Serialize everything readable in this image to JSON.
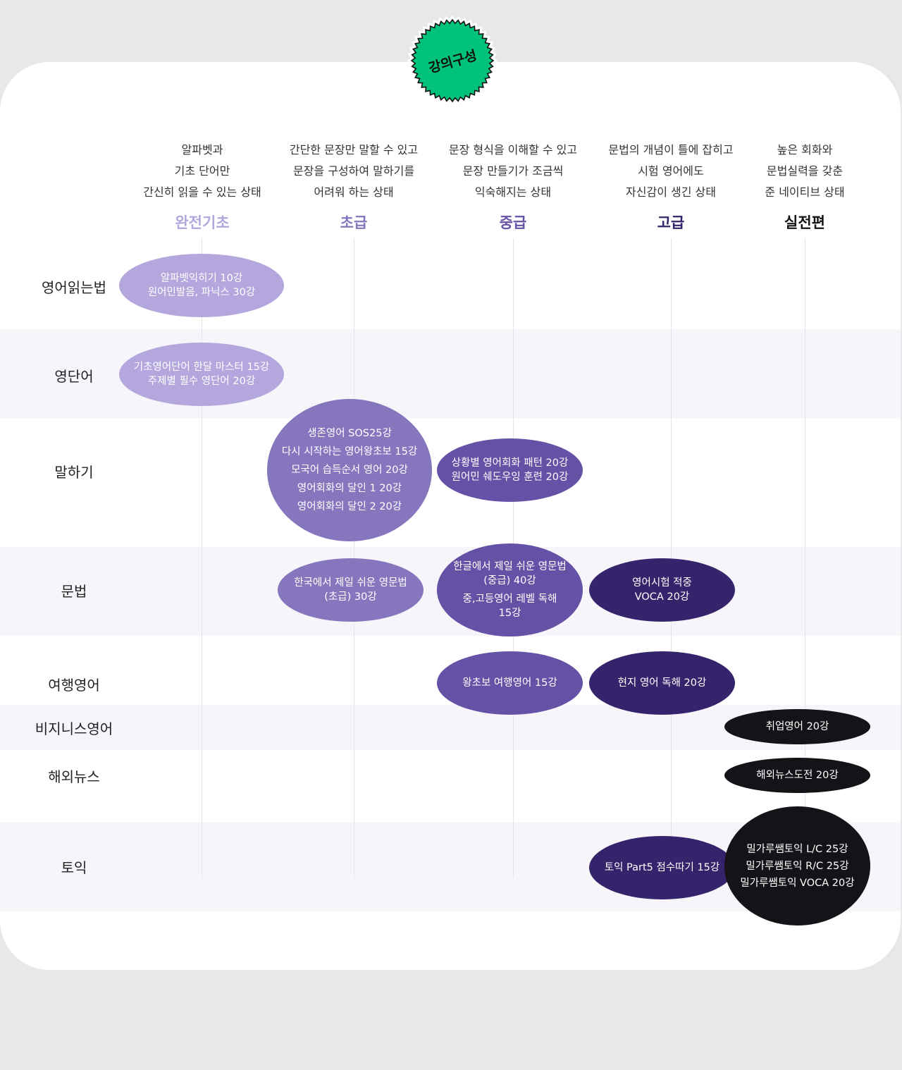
{
  "badge": {
    "label": "강의구성",
    "color": "#00c27a"
  },
  "levels": [
    {
      "name": "완전기초",
      "color": "#b3a7dd",
      "description": [
        "알파벳과",
        "기초 단어만",
        "간신히 읽을 수 있는 상태"
      ]
    },
    {
      "name": "초급",
      "color": "#8676bd",
      "description": [
        "간단한 문장만 말할 수 있고",
        "문장을 구성하여 말하기를",
        "어려워 하는 상태"
      ]
    },
    {
      "name": "중급",
      "color": "#6551a6",
      "description": [
        "문장 형식을 이해할 수 있고",
        "문장 만들기가 조금씩",
        "익숙해지는 상태"
      ]
    },
    {
      "name": "고급",
      "color": "#35246b",
      "description": [
        "문법의 개념이 틀에 잡히고",
        "시험 영어에도",
        "자신감이 생긴 상태"
      ]
    },
    {
      "name": "실전편",
      "color": "#141418",
      "description": [
        "높은 회화와",
        "문법실력을 갖춘",
        "준 네이티브 상태"
      ]
    }
  ],
  "categories": [
    "영어읽는법",
    "영단어",
    "말하기",
    "문법",
    "여행영어",
    "비지니스영어",
    "해외뉴스",
    "토익"
  ],
  "courses": [
    {
      "category": "영어읽는법",
      "level": "완전기초",
      "lines": [
        "알파벳익히기 10강",
        "원어민발음, 파닉스 30강"
      ]
    },
    {
      "category": "영단어",
      "level": "완전기초",
      "lines": [
        "기초영어단어 한달 마스터 15강",
        "주제별 필수 영단어 20강"
      ]
    },
    {
      "category": "말하기",
      "level": "초급",
      "lines": [
        "생존영어 SOS25강",
        "다시 시작하는 영어왕초보 15강",
        "모국어 습득순서 영어 20강",
        "영어회화의 달인 1 20강",
        "영어회화의 달인 2 20강"
      ]
    },
    {
      "category": "말하기",
      "level": "중급",
      "lines": [
        "상황별 영어회화 패턴 20강",
        "원어민 쉐도우잉 훈련 20강"
      ]
    },
    {
      "category": "문법",
      "level": "초급",
      "lines": [
        "한국에서 제일 쉬운 영문법",
        "(초급) 30강"
      ]
    },
    {
      "category": "문법",
      "level": "중급",
      "lines": [
        "한글에서 제일 쉬운 영문법",
        "(중급) 40강",
        "중,고등영어 레벨 독해",
        "15강"
      ]
    },
    {
      "category": "문법",
      "level": "고급",
      "lines": [
        "영어시험 적중",
        "VOCA 20강"
      ]
    },
    {
      "category": "여행영어",
      "level": "중급",
      "lines": [
        "왕초보 여행영어 15강"
      ]
    },
    {
      "category": "여행영어",
      "level": "고급",
      "lines": [
        "현지 영어 독해 20강"
      ]
    },
    {
      "category": "비지니스영어",
      "level": "실전편",
      "lines": [
        "취업영어 20강"
      ]
    },
    {
      "category": "해외뉴스",
      "level": "실전편",
      "lines": [
        "해외뉴스도전 20강"
      ]
    },
    {
      "category": "토익",
      "level": "고급",
      "lines": [
        "토익 Part5 점수따기 15강"
      ]
    },
    {
      "category": "토익",
      "level": "실전편",
      "lines": [
        "밀가루쌤토익 L/C 25강",
        "밀가루쌤토익 R/C 25강",
        "밀가루쌤토익 VOCA 20강"
      ]
    }
  ]
}
